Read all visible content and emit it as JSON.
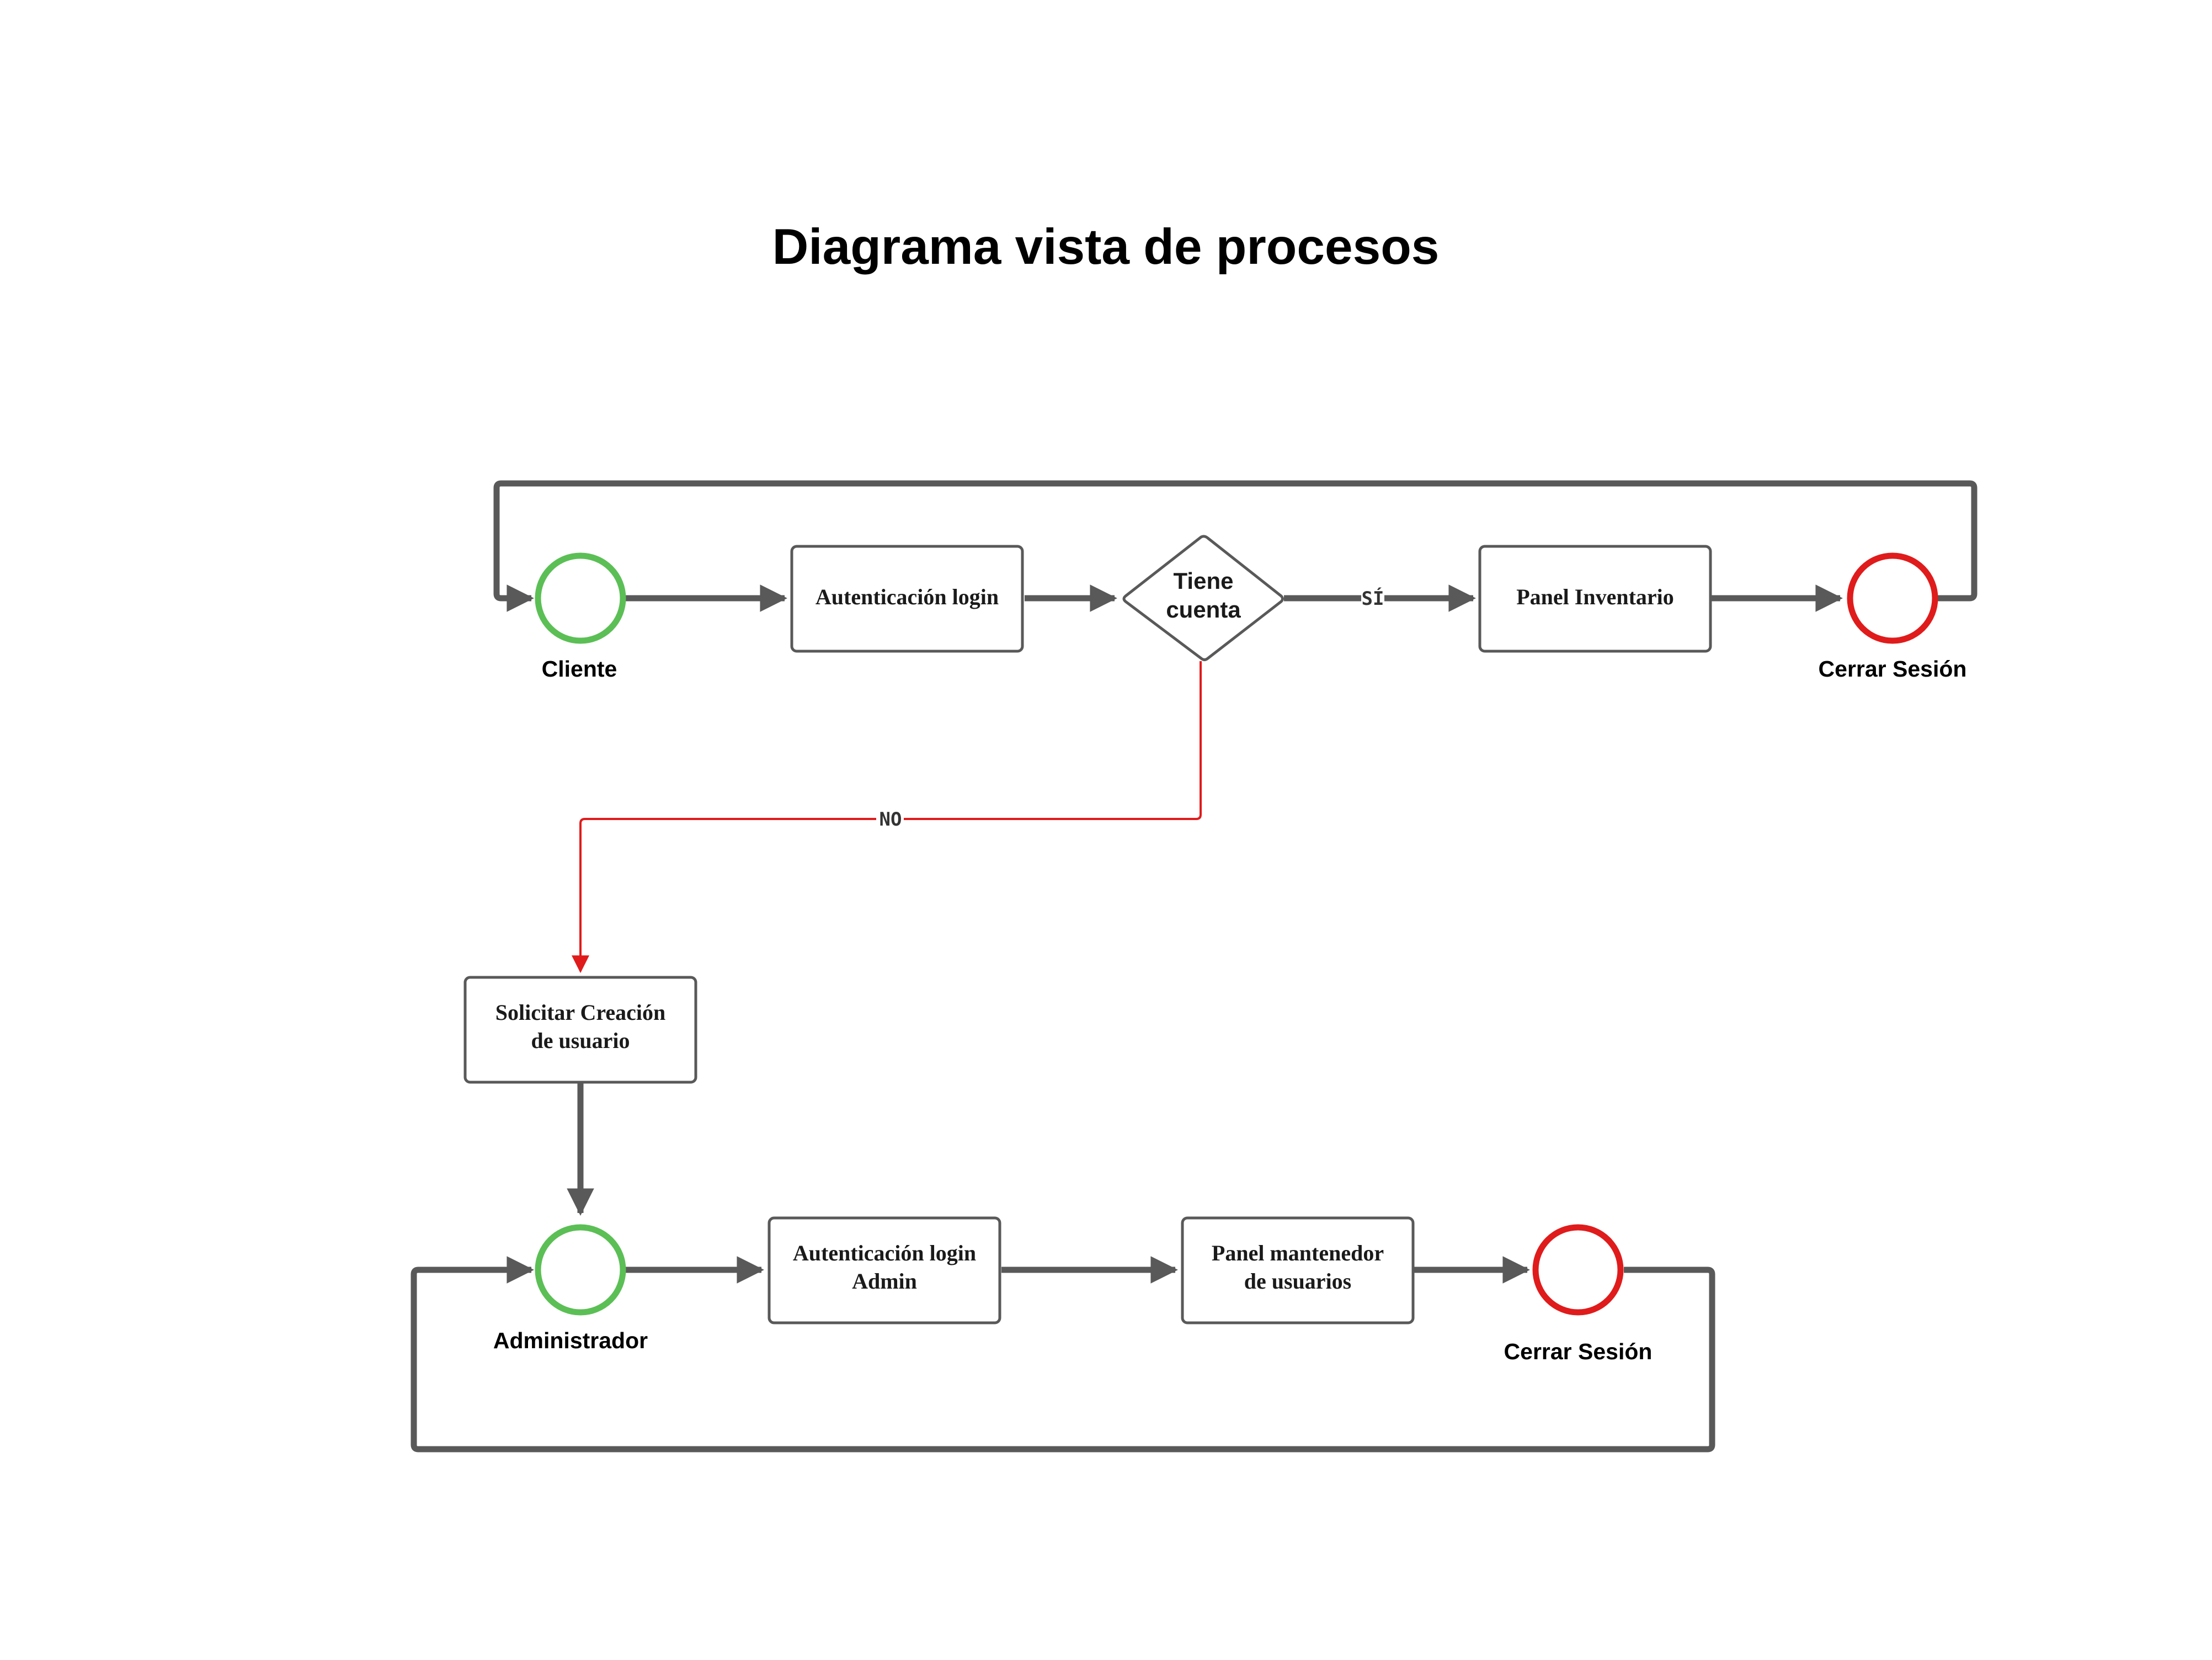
{
  "title": "Diagrama vista de procesos",
  "colors": {
    "line": "#595959",
    "start": "#5bbf55",
    "end": "#e01b1b",
    "no_path": "#e01b1b",
    "box_border": "#595959"
  },
  "nodes": {
    "cliente": {
      "label": "Cliente",
      "type": "start-event"
    },
    "auth_login": {
      "label": "Autenticación login",
      "type": "task"
    },
    "tiene_cuenta": {
      "line1": "Tiene",
      "line2": "cuenta",
      "type": "decision"
    },
    "panel_inventario": {
      "label": "Panel Inventario",
      "type": "task"
    },
    "cerrar_sesion_1": {
      "label": "Cerrar Sesión",
      "type": "end-event"
    },
    "solicitar_creacion": {
      "line1": "Solicitar Creación",
      "line2": "de usuario",
      "type": "task"
    },
    "administrador": {
      "label": "Administrador",
      "type": "start-event"
    },
    "auth_login_admin": {
      "line1": "Autenticación login",
      "line2": "Admin",
      "type": "task"
    },
    "panel_mantenedor": {
      "line1": "Panel mantenedor",
      "line2": "de usuarios",
      "type": "task"
    },
    "cerrar_sesion_2": {
      "label": "Cerrar Sesión",
      "type": "end-event"
    }
  },
  "edges": {
    "yes_label": "SÍ",
    "no_label": "NO"
  }
}
